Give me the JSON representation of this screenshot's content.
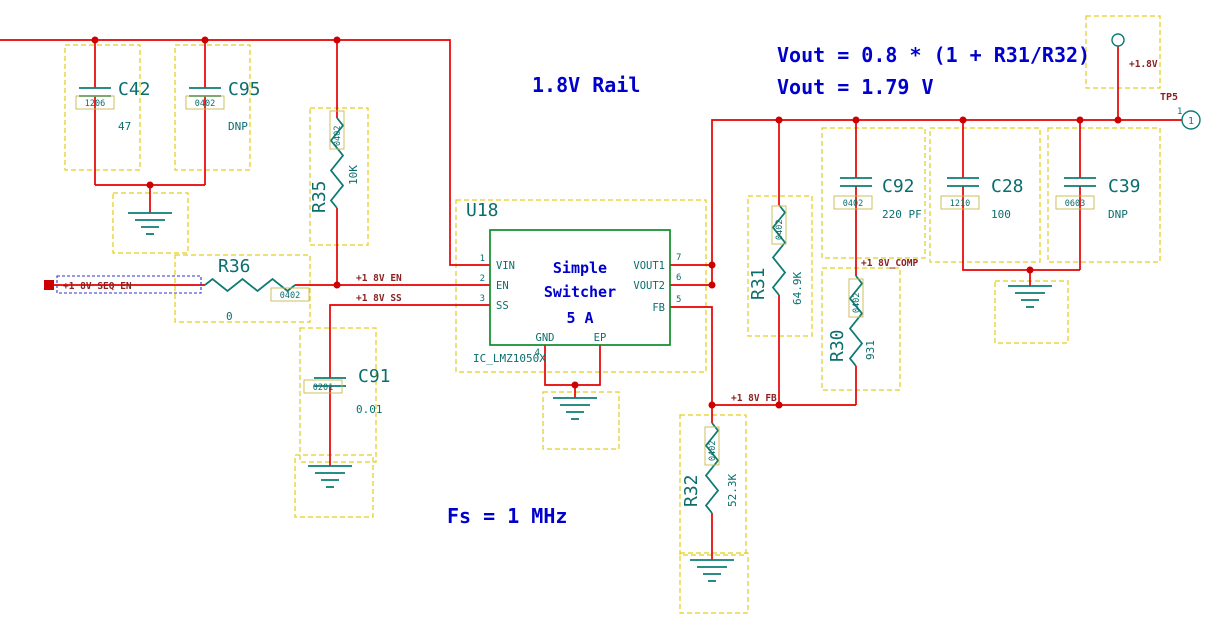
{
  "annotations": {
    "rail": "1.8V Rail",
    "vout_formula": "Vout = 0.8 * (1 + R31/R32)",
    "vout_value": "Vout = 1.79 V",
    "fs": "Fs = 1 MHz"
  },
  "nets": {
    "seq_en": "+1 8V SEQ EN",
    "en": "+1 8V EN",
    "ss": "+1 8V SS",
    "fb": "+1 8V FB",
    "comp": "+1 8V_COMP",
    "rail_18": "+1.8V"
  },
  "ic": {
    "ref": "U18",
    "part": "IC_LMZ1050X",
    "title1": "Simple",
    "title2": "Switcher",
    "title3": "5 A",
    "pins": {
      "vin": "VIN",
      "en": "EN",
      "ss": "SS",
      "gnd": "GND",
      "ep": "EP",
      "vout1": "VOUT1",
      "vout2": "VOUT2",
      "fb": "FB"
    },
    "pin_numbers": {
      "vin": "1",
      "en": "2",
      "ss": "3",
      "gnd": "4",
      "fb": "5",
      "vout2": "6",
      "vout1": "7"
    }
  },
  "components": {
    "c42": {
      "ref": "C42",
      "footprint": "1206",
      "value": "47"
    },
    "c95": {
      "ref": "C95",
      "footprint": "0402",
      "value": "DNP"
    },
    "r35": {
      "ref": "R35",
      "footprint": "0402",
      "value": "10K"
    },
    "r36": {
      "ref": "R36",
      "footprint": "0402",
      "value": "0"
    },
    "c91": {
      "ref": "C91",
      "footprint": "0201",
      "value": "0.01"
    },
    "r31": {
      "ref": "R31",
      "footprint": "0402",
      "value": "64.9K"
    },
    "r30": {
      "ref": "R30",
      "footprint": "0402",
      "value": "931"
    },
    "r32": {
      "ref": "R32",
      "footprint": "0402",
      "value": "52.3K"
    },
    "c92": {
      "ref": "C92",
      "footprint": "0402",
      "value": "220 PF"
    },
    "c28": {
      "ref": "C28",
      "footprint": "1210",
      "value": "100"
    },
    "c39": {
      "ref": "C39",
      "footprint": "0603",
      "value": "DNP"
    }
  },
  "testpoint": {
    "ref": "TP5",
    "pin": "1",
    "pin_number": "1"
  },
  "colors": {
    "wire": "#e60000",
    "junction": "#cc0000",
    "symbol": "#0e7c74",
    "ic_outline": "#0e8a28",
    "label": "#0b6e6e",
    "net_label": "#8b2121",
    "annotation": "#0000cc",
    "highlight": "#e3cd1d",
    "port": "#cc0000",
    "net_box": "#3232cc"
  }
}
